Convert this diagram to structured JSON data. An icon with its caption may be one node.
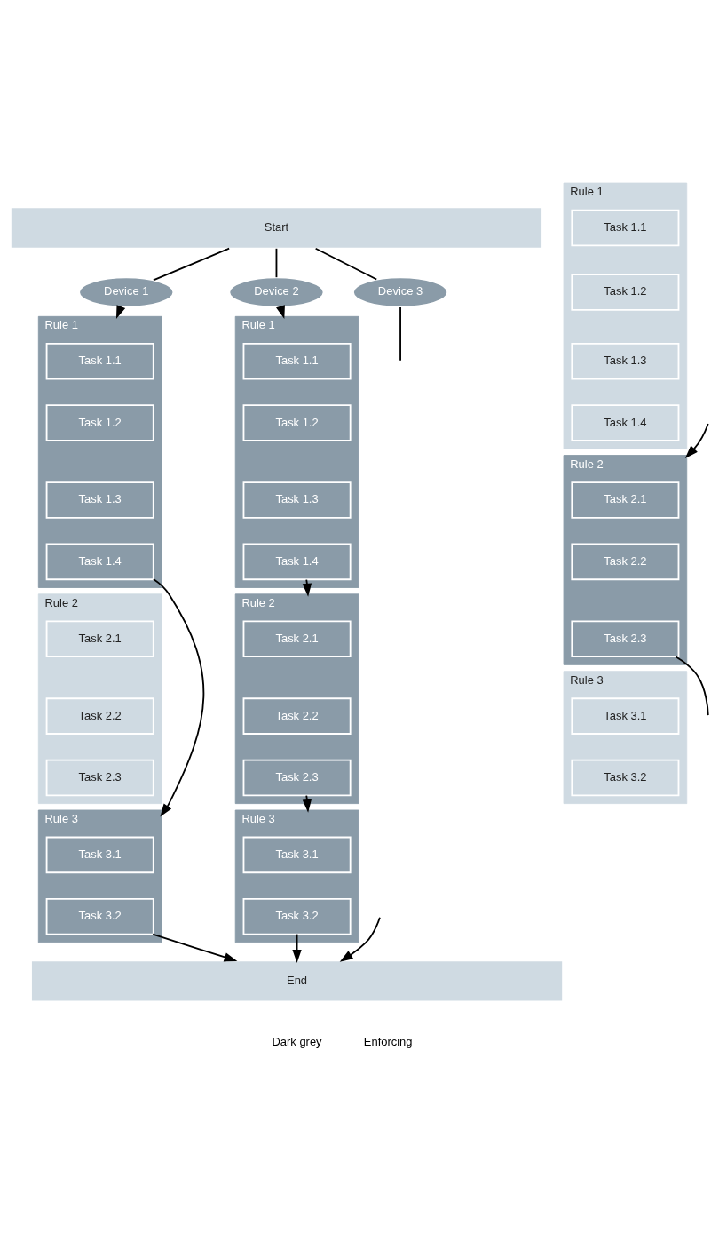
{
  "diagram": {
    "nodes": [
      {
        "text": [
          "Start"
        ]
      },
      {
        "text": [
          "Device 1"
        ]
      },
      {
        "text": [
          "Device 2"
        ]
      },
      {
        "text": [
          "Device 3"
        ]
      },
      {
        "text": [
          "Rule 1"
        ]
      },
      {
        "text": [
          "Task 1.1"
        ],
        "in": 4
      },
      {
        "text": [
          "Task 1.2"
        ],
        "in": 4
      },
      {
        "text": [
          "Task 1.3"
        ],
        "in": 4
      },
      {
        "text": [
          "Task 1.4"
        ],
        "in": 4
      },
      {
        "text": [
          "Rule 1"
        ]
      },
      {
        "text": [
          "Task 1.1"
        ],
        "in": 9
      },
      {
        "text": [
          "Task 1.2"
        ],
        "in": 9
      },
      {
        "text": [
          "Task 1.3"
        ],
        "in": 9
      },
      {
        "text": [
          "Task 1.4"
        ],
        "in": 9
      },
      {
        "text": [
          "Rule 1"
        ]
      },
      {
        "text": [
          "Task 1.1"
        ],
        "in": 14
      },
      {
        "text": [
          "Task 1.2"
        ],
        "in": 14
      },
      {
        "text": [
          "Task 1.3"
        ],
        "in": 14
      },
      {
        "text": [
          "Task 1.4"
        ],
        "in": 14
      },
      {
        "text": [
          "Rule 2"
        ]
      },
      {
        "text": [
          "Task 2.1"
        ],
        "in": 19
      },
      {
        "text": [
          "Task 2.2"
        ],
        "in": 19
      },
      {
        "text": [
          "Task 2.3"
        ],
        "in": 19
      },
      {
        "text": [
          "Rule 2"
        ]
      },
      {
        "text": [
          "Task 2.1"
        ],
        "in": 23
      },
      {
        "text": [
          "Task 2.2"
        ],
        "in": 23
      },
      {
        "text": [
          "Task 2.3"
        ],
        "in": 23
      },
      {
        "text": [
          "Rule 2"
        ]
      },
      {
        "text": [
          "Task 2.1"
        ],
        "in": 27
      },
      {
        "text": [
          "Task 2.2"
        ],
        "in": 27
      },
      {
        "text": [
          "Task 2.3"
        ],
        "in": 27
      },
      {
        "text": [
          "Rule 3"
        ]
      },
      {
        "text": [
          "Task 3.1"
        ],
        "in": 31
      },
      {
        "text": [
          "Task 3.2"
        ],
        "in": 31
      },
      {
        "text": [
          "Rule 3"
        ]
      },
      {
        "text": [
          "Task 3.1"
        ],
        "in": 34
      },
      {
        "text": [
          "Task 3.2"
        ],
        "in": 34
      },
      {
        "text": [
          "Rule 3"
        ]
      },
      {
        "text": [
          "Task 3.1"
        ],
        "in": 37
      },
      {
        "text": [
          "Task 3.2"
        ],
        "in": 37
      },
      {
        "text": [
          "End"
        ]
      }
    ],
    "edges": [
      {
        "from": 0,
        "to": 1,
        "arrow": "none"
      },
      {
        "from": 0,
        "to": 2,
        "arrow": "none"
      },
      {
        "from": 0,
        "to": 3,
        "arrow": "none"
      },
      {
        "from": 1,
        "to": 4,
        "arrow": "to"
      },
      {
        "from": 8,
        "to": 31,
        "arrow": "to"
      },
      {
        "from": 33,
        "to": 40,
        "arrow": "to"
      },
      {
        "from": 2,
        "to": 9,
        "arrow": "to"
      },
      {
        "from": 13,
        "to": 23,
        "arrow": "to"
      },
      {
        "from": 26,
        "to": 34,
        "arrow": "to"
      },
      {
        "from": 36,
        "to": 40,
        "arrow": "to"
      },
      {
        "from": 3,
        "to": null,
        "arrow": "none"
      },
      {
        "from": null,
        "to": 27,
        "arrow": "to"
      },
      {
        "from": 30,
        "to": null,
        "arrow": "none"
      },
      {
        "from": null,
        "to": 40,
        "arrow": "to"
      }
    ],
    "labels": [
      "Dark grey",
      "Enforcing"
    ]
  }
}
